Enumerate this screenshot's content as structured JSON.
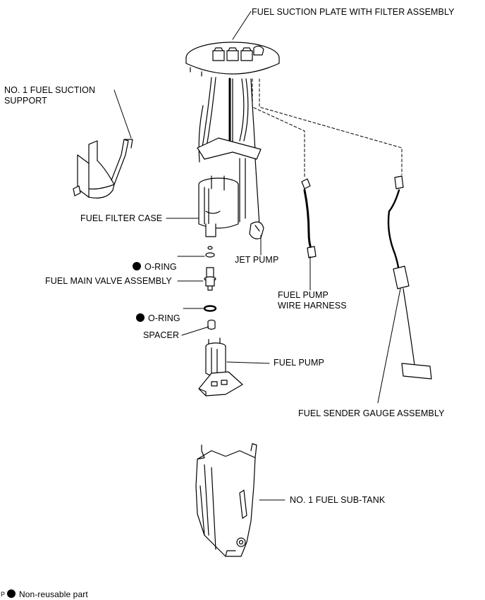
{
  "labels": {
    "fuel_suction_plate": "FUEL SUCTION PLATE WITH FILTER ASSEMBLY",
    "no1_fuel_suction_support": "NO. 1 FUEL SUCTION\nSUPPORT",
    "fuel_filter_case": "FUEL FILTER CASE",
    "o_ring_upper": "O-RING",
    "jet_pump": "JET PUMP",
    "fuel_main_valve": "FUEL MAIN VALVE ASSEMBLY",
    "o_ring_lower": "O-RING",
    "spacer": "SPACER",
    "fuel_pump_wire_harness": "FUEL PUMP\nWIRE HARNESS",
    "fuel_pump": "FUEL PUMP",
    "fuel_sender_gauge": "FUEL SENDER GAUGE ASSEMBLY",
    "no1_fuel_sub_tank": "NO. 1 FUEL SUB-TANK"
  },
  "legend": {
    "non_reusable": "Non-reusable part",
    "marker_icon": "filled-circle-icon"
  },
  "corner_code": "P"
}
